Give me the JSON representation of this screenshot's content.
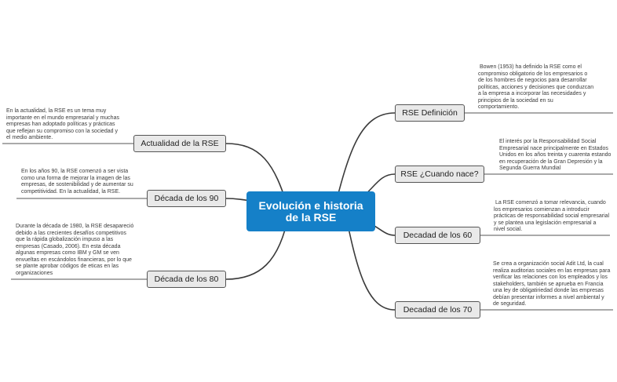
{
  "mind_map": {
    "central_topic": "Evolución e historia de la RSE",
    "branches": [
      {
        "topic": "RSE Definición",
        "note": " Bowen (1953) ha definido la RSE como el\ncompromiso obligatorio de los empresarios o\nde los hombres de negocios para desarrollar\npolíticas, acciones y decisiones que conduzcan\na la empresa a incorporar las necesidades y\nprincipios de la sociedad en su\ncomportamiento."
      },
      {
        "topic": "RSE ¿Cuando nace?",
        "note": "El interés por la Responsabilidad Social\nEmpresarial nace principalmente en Estados\nUnidos en los años treinta y cuarenta estando\nen recuperación de la Gran Depresión y la\nSegunda Guerra Mundial"
      },
      {
        "topic": "Decadad de los 60",
        "note": " La RSE comenzó a tomar relevancia, cuando\nlos empresarios comienzan a introducir\nprácticas de responsabilidad social empresarial\ny se plantea una legislación empresarial a\nnivel social."
      },
      {
        "topic": "Decadad de los 70",
        "note": "Se crea a organización social Adit Ltd, la cual\nrealiza auditorias sociales en las empresas para\nverificar las relaciones con los empleados y los\nstakeholders, también se aprueba en Francia\nuna ley de obligatiriedad donde las empresas\ndebían presentar informes a nivel ambiental y\nde seguridad."
      },
      {
        "topic": "Década de los 80",
        "note": "Durante la década de 1980, la RSE desapareció\ndebido a las crecientes desafíos competitivos\nque la rápida globalización impuso a las\nempresas (Casado, 2006). En esta década\nalgunas empresas como IBM y GM se ven\nenvueltas en escándolos financieras, por lo que\nse plante aprobar códigos de eticas en las\norganizaciones"
      },
      {
        "topic": "Década de los 90",
        "note": "En los años 90, la RSE comenzó a ser vista\ncomo una forma de mejorar la imagen de las\nempresas, de sostenibilidad y de aumentar su\ncompetitividad. En la actualidad, la RSE."
      },
      {
        "topic": "Actualidad de la RSE",
        "note": "En la actualidad, la RSE es un tema muy\nimportante en el mundo empresarial y muchas\nempresas han adoptado políticas y prácticas\nque reflejan su compromiso con la sociedad y\nel medio ambiente."
      }
    ]
  },
  "colors": {
    "central_topic_fill": "#1580c8",
    "topic_fill": "#e9e9e9",
    "topic_border": "#555555",
    "connector": "#3a3a3a",
    "note_line": "#555555"
  }
}
